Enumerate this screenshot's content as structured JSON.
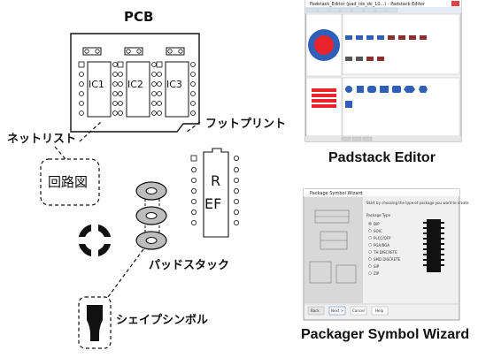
{
  "diagram": {
    "pcb_label": "PCB",
    "netlist_label": "ネットリスト",
    "schematic_label": "回路図",
    "footprint_label": "フットプリント",
    "padstack_label": "パッドスタック",
    "shape_symbol_label": "シェイプシンボル",
    "ic_labels": [
      "IC1",
      "IC2",
      "IC3"
    ],
    "ref_label_top": "R",
    "ref_label_bottom": "EF"
  },
  "screenshots": {
    "padstack_editor": {
      "caption": "Padstack Editor",
      "title_bar": "Padstack_Editor (pad_ids_dc_10...) - Padstack Editor"
    },
    "packager_wizard": {
      "caption": "Packager Symbol Wizard",
      "title_bar": "Package Symbol Wizard",
      "instruction": "Start by choosing the type of package you want to create.",
      "package_type_label": "Package Type",
      "package_types": [
        "DIP",
        "SOIC",
        "PLCC/QFP",
        "PGA/BGA",
        "TH DISCRETE",
        "SMD DISCRETE",
        "SIP",
        "ZIP"
      ],
      "buttons": [
        "Back",
        "Next >",
        "Cancel",
        "Help"
      ]
    }
  },
  "colors": {
    "pad_red": "#e8232b",
    "pad_blue": "#2f5fb8",
    "component_fill": "#e7e7e7"
  }
}
